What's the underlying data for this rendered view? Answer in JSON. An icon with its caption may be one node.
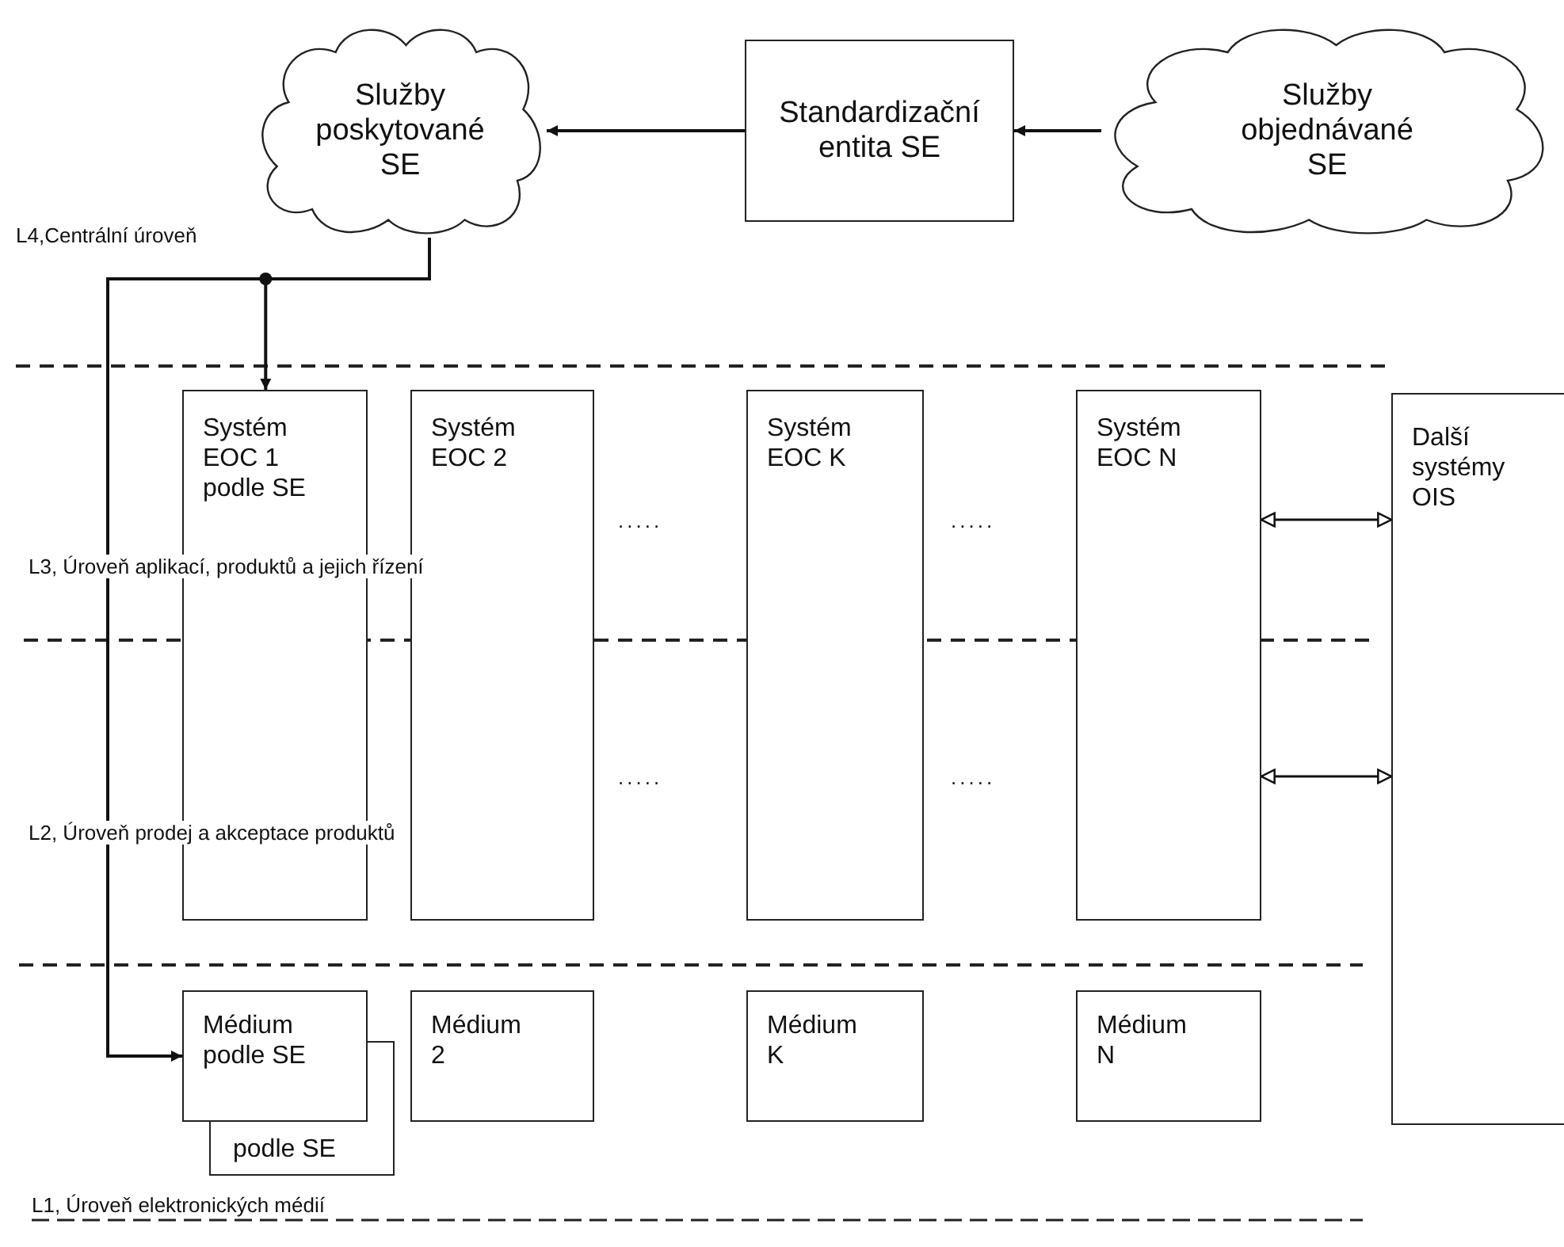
{
  "diagram": {
    "nodes": [
      {
        "text": [
          "Služby poskytované SE"
        ]
      },
      {
        "text": [
          "Standardizační entita SE"
        ]
      },
      {
        "text": [
          "Služby objednávané SE"
        ]
      },
      {
        "text": [
          "Systém EOC 1 podle SE"
        ]
      },
      {
        "text": [
          "Systém EOC 2"
        ]
      },
      {
        "text": [
          "Systém EOC K"
        ]
      },
      {
        "text": [
          "Systém EOC N"
        ]
      },
      {
        "text": [
          "Další systémy OIS"
        ]
      },
      {
        "text": [
          "Médium podle SE"
        ]
      },
      {
        "text": [
          "podle SE"
        ]
      },
      {
        "text": [
          "Médium 2"
        ]
      },
      {
        "text": [
          "Médium K"
        ]
      },
      {
        "text": [
          "Médium N"
        ]
      }
    ],
    "edges": [
      {
        "from": 1,
        "to": 0,
        "arrow": "to"
      },
      {
        "from": 2,
        "to": 1,
        "arrow": "to"
      },
      {
        "from": 0,
        "to": 3,
        "arrow": "to"
      },
      {
        "from": 0,
        "to": 8,
        "arrow": "to"
      },
      {
        "from": 6,
        "to": 7,
        "arrow": "both"
      },
      {
        "from": 6,
        "to": 7,
        "arrow": "both"
      }
    ],
    "labels": [
      "L4,Centrální úroveň",
      ".....",
      ".....",
      "L3, Úroveň aplikací, produktů a jejich řízení",
      ".....",
      ".....",
      "L2, Úroveň prodej a akceptace produktů",
      "L1, Úroveň elektronických médií"
    ]
  }
}
